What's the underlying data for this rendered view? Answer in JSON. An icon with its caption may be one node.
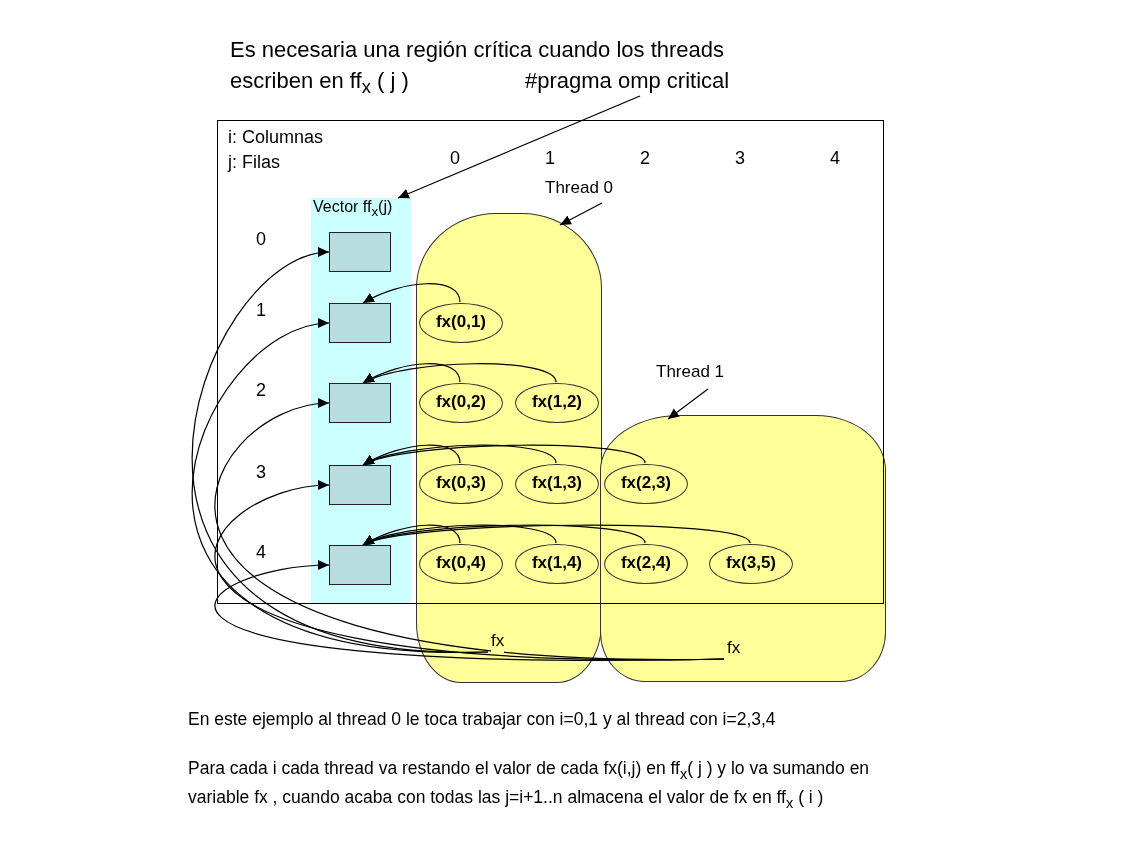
{
  "diagram": {
    "title": "Es necesaria una región crítica cuando los threads escriben en ff$_{x}$ ( j )",
    "nodes": [
      {
        "text": [
          "#pragma omp critical"
        ]
      },
      {
        "text": [
          "Vector ff$_{x}$(j)"
        ]
      },
      {
        "text": [],
        "shape": "box",
        "in": 1
      },
      {
        "text": [],
        "shape": "box",
        "in": 1
      },
      {
        "text": [],
        "shape": "box",
        "in": 1
      },
      {
        "text": [],
        "shape": "box",
        "in": 1
      },
      {
        "text": [],
        "shape": "box",
        "in": 1
      },
      {
        "text": [
          "Thread  0"
        ]
      },
      {
        "text": [],
        "shape": "box"
      },
      {
        "text": [
          "fx(0,1)"
        ],
        "in": 8
      },
      {
        "text": [
          "fx(0,2)"
        ],
        "in": 8
      },
      {
        "text": [
          "fx(1,2)"
        ],
        "in": 8
      },
      {
        "text": [
          "fx(0,3)"
        ],
        "in": 8
      },
      {
        "text": [
          "fx(1,3)"
        ],
        "in": 8
      },
      {
        "text": [
          "fx(0,4)"
        ],
        "in": 8
      },
      {
        "text": [
          "fx(1,4)"
        ],
        "in": 8
      },
      {
        "text": [
          "fx"
        ],
        "in": 8
      },
      {
        "text": [
          "Thread 1"
        ]
      },
      {
        "text": [],
        "shape": "box"
      },
      {
        "text": [
          "fx(2,3)"
        ],
        "in": 18
      },
      {
        "text": [
          "fx(2,4)"
        ],
        "in": 18
      },
      {
        "text": [
          "fx(3,5)"
        ],
        "in": 18
      },
      {
        "text": [
          "fx"
        ],
        "in": 18
      }
    ],
    "edges": [
      {
        "from": 0,
        "to": 1,
        "arrow": "to"
      },
      {
        "from": 7,
        "to": 8,
        "arrow": "to"
      },
      {
        "from": 17,
        "to": 18,
        "arrow": "to"
      },
      {
        "from": 9,
        "to": 3,
        "arrow": "to"
      },
      {
        "from": 10,
        "to": 4,
        "arrow": "to"
      },
      {
        "from": 11,
        "to": 4,
        "arrow": "to"
      },
      {
        "from": 12,
        "to": 5,
        "arrow": "to"
      },
      {
        "from": 13,
        "to": 5,
        "arrow": "to"
      },
      {
        "from": 19,
        "to": 5,
        "arrow": "to"
      },
      {
        "from": 14,
        "to": 6,
        "arrow": "to"
      },
      {
        "from": 15,
        "to": 6,
        "arrow": "to"
      },
      {
        "from": 20,
        "to": 6,
        "arrow": "to"
      },
      {
        "from": 21,
        "to": 6,
        "arrow": "to"
      },
      {
        "from": 16,
        "to": 2,
        "arrow": "to"
      },
      {
        "from": 16,
        "to": 3,
        "arrow": "to"
      },
      {
        "from": 22,
        "to": 4,
        "arrow": "to"
      },
      {
        "from": 22,
        "to": 5,
        "arrow": "to"
      },
      {
        "from": 22,
        "to": 6,
        "arrow": "to"
      }
    ],
    "labels": [
      "i: Columnas",
      "j: Filas",
      "0",
      "1",
      "2",
      "3",
      "4",
      "0",
      "1",
      "2",
      "3",
      "4",
      "En este ejemplo al thread 0 le toca trabajar con i=0,1  y al thread con i=2,3,4",
      "Para cada i cada thread va restando el valor de cada fx(i,j) en  ff$_{x}$( j ) y lo va sumando en variable fx , cuando acaba con todas las j=i+1..n almacena el valor de fx en ff$_{x}$ ( i )"
    ]
  }
}
